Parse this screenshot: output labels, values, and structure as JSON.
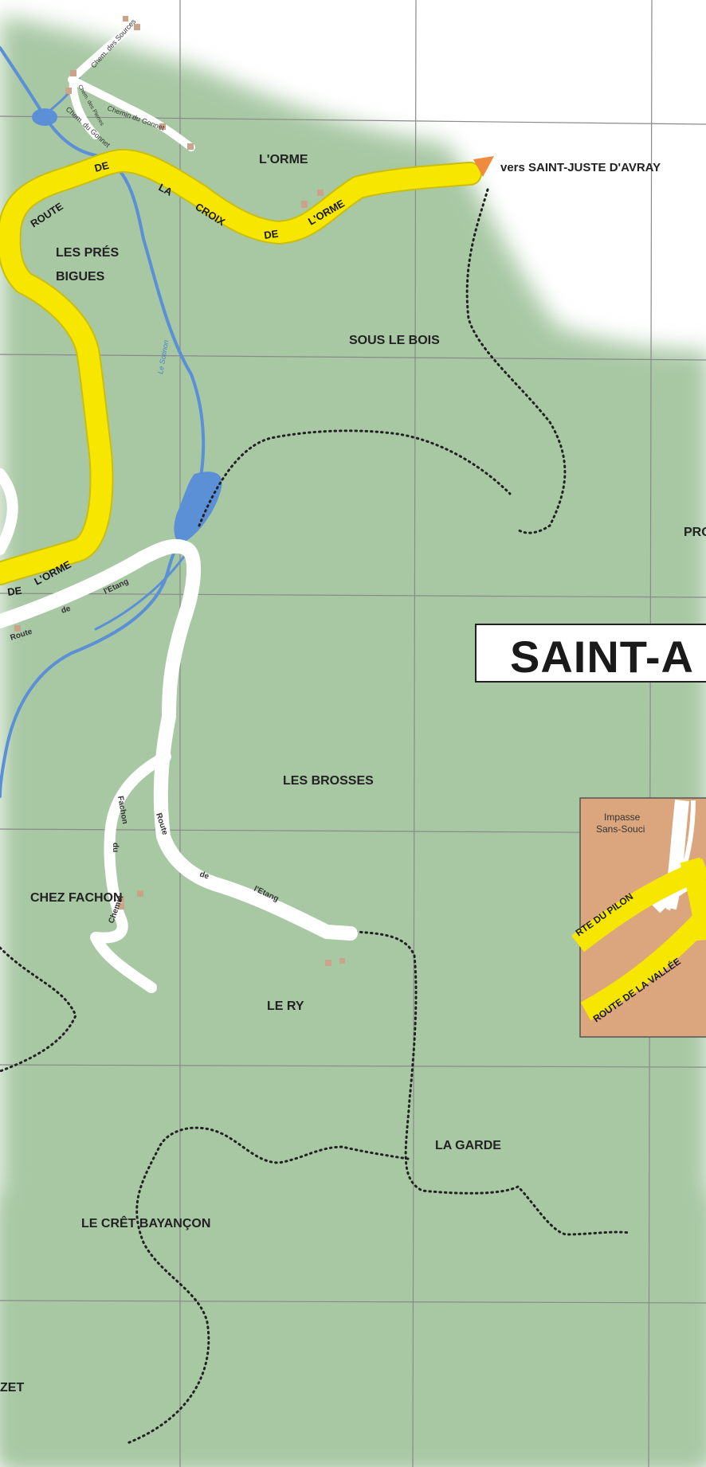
{
  "colors": {
    "background": "#ffffff",
    "land": "#a8c8a4",
    "grid": "#8a8a8a",
    "main_road": "#f7e600",
    "road_edge": "#c9bd10",
    "secondary_road": "#ffffff",
    "river": "#5b8fd6",
    "trail": "#222222",
    "building": "#c9a38a",
    "inset_fill": "#dba57e",
    "direction_marker": "#f08a3c"
  },
  "title": "SAINT-A",
  "places": {
    "orme": "L'ORME",
    "pres_bigues_1": "LES PRÉS",
    "pres_bigues_2": "BIGUES",
    "sous_le_bois": "SOUS LE BOIS",
    "pro": "PRO",
    "les_brosses": "LES BROSSES",
    "chez_fachon": "CHEZ FACHON",
    "le_ry": "LE RY",
    "la_garde": "LA GARDE",
    "cret_bayancon": "LE CRÊT BAYANÇON",
    "zet": "ZET"
  },
  "direction": "vers SAINT-JUSTE D'AVRAY",
  "roads": {
    "route_croix_orme": [
      "ROUTE",
      "DE",
      "LA",
      "CROIX",
      "DE",
      "L'ORME"
    ],
    "route_orme_left": [
      "DE",
      "L'ORME"
    ],
    "route_etang_top": [
      "Route",
      "de",
      "l'Etang"
    ],
    "route_etang_bottom": [
      "Route",
      "de",
      "l'Etang"
    ],
    "chemin_fachon": [
      "Chemin",
      "du",
      "Fachon"
    ],
    "chem_sources": "Chem. des Sources",
    "chemin_gonnet": "Chemin du Gonnet",
    "chem_gonnet_side": "Chem. du Gonnet",
    "chem_pierres": "Chem. des Pierres",
    "river": "Le Sotinon"
  },
  "inset": {
    "impasse_1": "Impasse",
    "impasse_2": "Sans-Souci",
    "rte_pilon": "RTE DU PILON",
    "route_vallee": "ROUTE DE LA VALLÉE"
  }
}
